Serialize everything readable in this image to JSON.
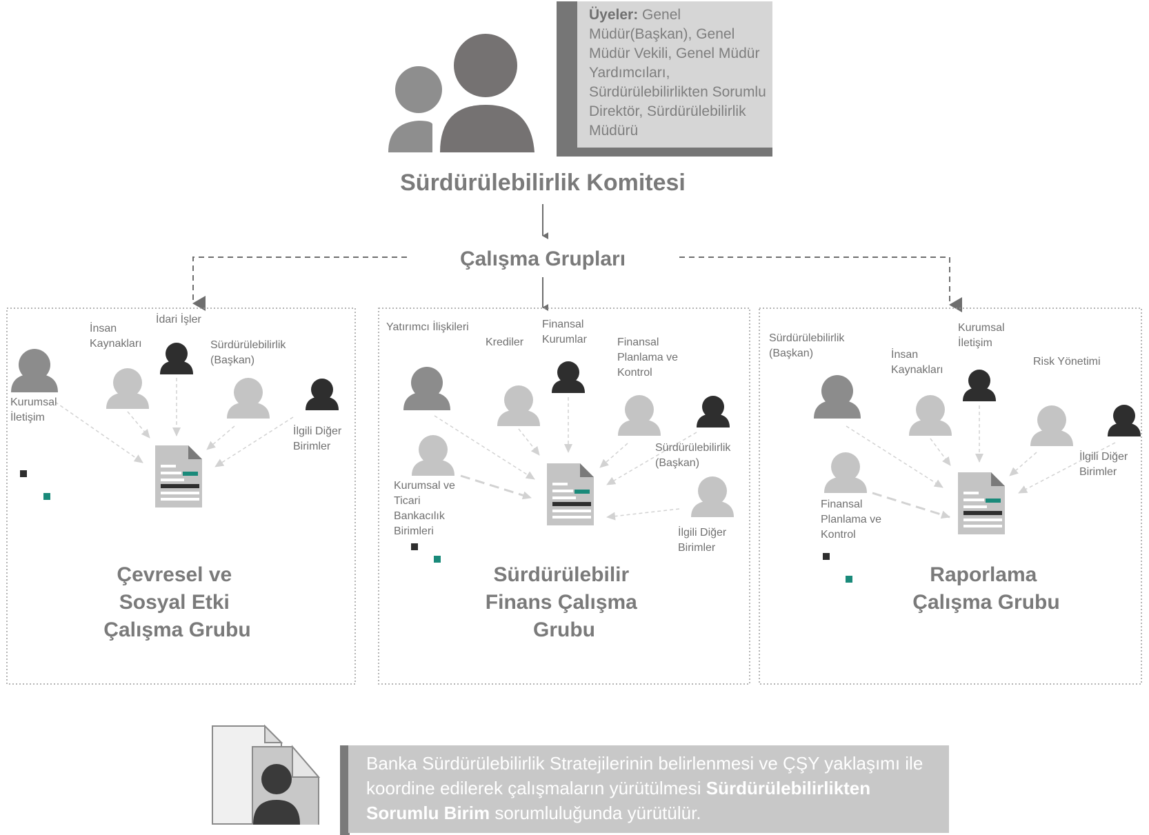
{
  "committee": {
    "title": "Sürdürülebilirlik Komitesi",
    "members_label": "Üyeler:",
    "members_text": "Genel Müdür(Başkan), Genel Müdür Vekili, Genel Müdür Yardımcıları, Sürdürülebilirlikten Sorumlu Direktör, Sürdürülebilirlik Müdürü"
  },
  "working_groups_label": "Çalışma Grupları",
  "groups": [
    {
      "title_lines": [
        "Çevresel ve",
        "Sosyal Etki",
        "Çalışma Grubu"
      ],
      "members": [
        {
          "lines": [
            "Kurumsal",
            "İletişim"
          ]
        },
        {
          "lines": [
            "İnsan",
            "Kaynakları"
          ]
        },
        {
          "lines": [
            "İdari İşler"
          ]
        },
        {
          "lines": [
            "Sürdürülebilirlik",
            "(Başkan)"
          ]
        },
        {
          "lines": [
            "İlgili Diğer",
            "Birimler"
          ]
        }
      ]
    },
    {
      "title_lines": [
        "Sürdürülebilir",
        "Finans Çalışma",
        "Grubu"
      ],
      "members": [
        {
          "lines": [
            "Yatırımcı İlişkileri"
          ]
        },
        {
          "lines": [
            "Krediler"
          ]
        },
        {
          "lines": [
            "Finansal",
            "Kurumlar"
          ]
        },
        {
          "lines": [
            "Finansal",
            "Planlama ve",
            "Kontrol"
          ]
        },
        {
          "lines": [
            "Sürdürülebilirlik",
            "(Başkan)"
          ]
        },
        {
          "lines": [
            "Kurumsal ve",
            "Ticari",
            "Bankacılık",
            "Birimleri"
          ]
        },
        {
          "lines": [
            "İlgili Diğer",
            "Birimler"
          ]
        }
      ]
    },
    {
      "title_lines": [
        "Raporlama",
        "Çalışma Grubu"
      ],
      "members": [
        {
          "lines": [
            "Sürdürülebilirlik",
            "(Başkan)"
          ]
        },
        {
          "lines": [
            "İnsan",
            "Kaynakları"
          ]
        },
        {
          "lines": [
            "Kurumsal",
            "İletişim"
          ]
        },
        {
          "lines": [
            "Risk Yönetimi"
          ]
        },
        {
          "lines": [
            "İlgili Diğer",
            "Birimler"
          ]
        },
        {
          "lines": [
            "Finansal",
            "Planlama ve",
            "Kontrol"
          ]
        }
      ]
    }
  ],
  "note": {
    "text_1": "Banka Sürdürülebilirlik Stratejilerinin belirlenmesi ve ÇŞY yaklaşımı ile koordine edilerek çalışmaların yürütülmesi",
    "bold": "Sürdürülebilirlikten Sorumlu Birim",
    "text_2": "sorumluluğunda yürütülür."
  },
  "colors": {
    "dark": "#2e2e2e",
    "medium": "#8c8c8c",
    "light": "#c4c4c4",
    "committee_icon": "#757272",
    "teal": "#1a8a7a",
    "accent_bar": "#767676",
    "note_bar": "#7a7a7a",
    "doc_body": "#c4c4c4"
  },
  "icons": [
    "people-group-icon",
    "person-icon",
    "document-icon",
    "legend-marker-icon",
    "person-document-icon"
  ]
}
